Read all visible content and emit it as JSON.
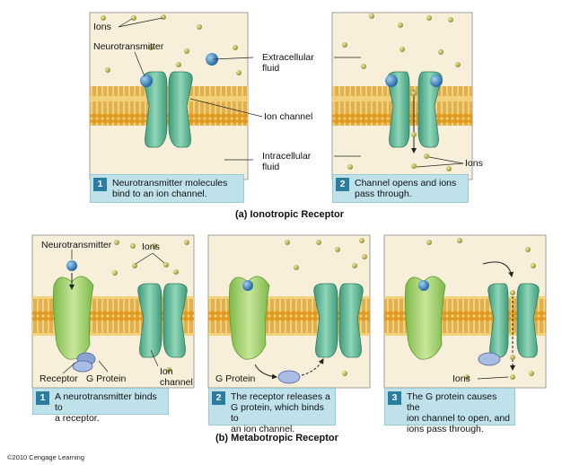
{
  "panel_a": {
    "caption": "(a) Ionotropic Receptor",
    "labels": {
      "ions_top": "Ions",
      "neurotransmitter": "Neurotransmitter",
      "extracellular": "Extracellular\nfluid",
      "ion_channel": "Ion channel",
      "intracellular": "Intracellular\nfluid",
      "ions_right": "Ions"
    },
    "steps": [
      {
        "num": "1",
        "text": "Neurotransmitter molecules\nbind to an ion channel."
      },
      {
        "num": "2",
        "text": "Channel opens and ions\npass through."
      }
    ]
  },
  "panel_b": {
    "caption": "(b) Metabotropic Receptor",
    "labels": {
      "neurotransmitter": "Neurotransmitter",
      "ions": "Ions",
      "receptor": "Receptor",
      "g_protein": "G Protein",
      "ion_channel": "Ion\nchannel",
      "g_protein_2": "G Protein",
      "ions_3": "Ions"
    },
    "steps": [
      {
        "num": "1",
        "text": "A neurotransmitter binds to\na receptor."
      },
      {
        "num": "2",
        "text": "The receptor releases a\nG protein, which binds to\nan ion channel."
      },
      {
        "num": "3",
        "text": "The G protein causes the\nion channel to open, and\nions pass through."
      }
    ]
  },
  "copyright": "©2010 Cengage Learning",
  "colors": {
    "fluid": "#f7efd9",
    "membrane": "#e6a52c",
    "membrane_dark": "#b9781a",
    "channel": "#6fc1a1",
    "receptor": "#a9d36e",
    "gprotein": "#8aa2d6",
    "neurotransmitter": "#3a84c4",
    "ion": "#b8b04a",
    "stepbox": "#bfe1ea"
  }
}
